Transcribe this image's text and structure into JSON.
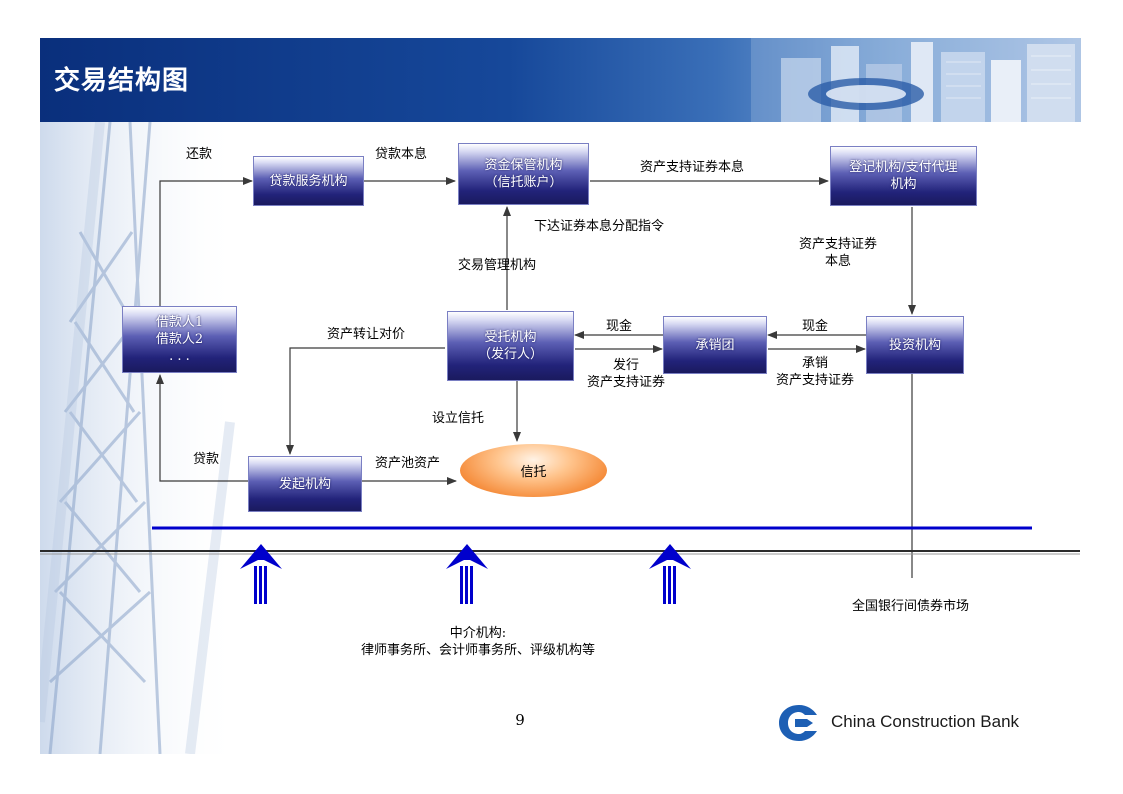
{
  "title": "交易结构图",
  "nodes": {
    "loan_service": "贷款服务机构",
    "custodian": "资金保管机构\n（信托账户）",
    "registrar": "登记机构/支付代理\n机构",
    "borrowers": "借款人1\n借款人2\n. . .",
    "trustee": "受托机构\n（发行人）",
    "underwriter": "承销团",
    "investor": "投资机构",
    "originator": "发起机构",
    "trust": "信托"
  },
  "labels": {
    "repay": "还款",
    "loan_interest": "贷款本息",
    "abs_interest_top": "资产支持证券本息",
    "distribution_order": "下达证券本息分配指令",
    "transaction_manager": "交易管理机构",
    "abs_interest_right": "资产支持证券\n本息",
    "asset_transfer": "资产转让对价",
    "cash_left": "现金",
    "cash_right": "现金",
    "issue": "发行\n资产支持证券",
    "underwrite": "承销\n资产支持证券",
    "set_trust": "设立信托",
    "loan": "贷款",
    "asset_pool": "资产池资产",
    "intermediaries": "中介机构:\n律师事务所、会计师事务所、评级机构等",
    "interbank_market": "全国银行间债券市场"
  },
  "footer": {
    "page_number": "9",
    "bank_name": "China Construction Bank"
  },
  "colors": {
    "header": "#0a2f7c",
    "box_dark": "#1a1a5e",
    "market_line": "#0000cc",
    "trust_oval": "#f58c3b"
  }
}
